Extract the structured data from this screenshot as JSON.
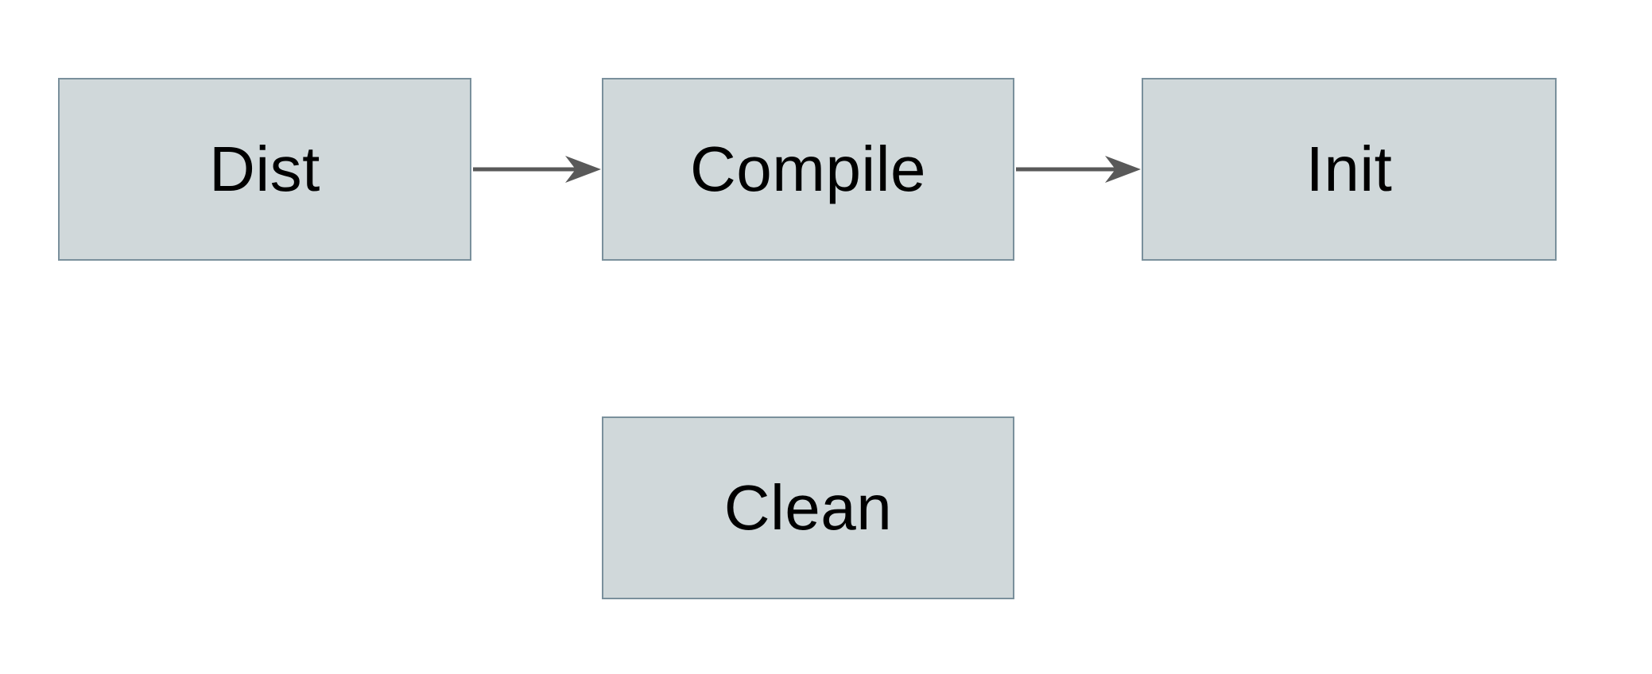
{
  "diagram": {
    "type": "flowchart",
    "nodes": [
      {
        "id": "dist",
        "label": "Dist"
      },
      {
        "id": "compile",
        "label": "Compile"
      },
      {
        "id": "init",
        "label": "Init"
      },
      {
        "id": "clean",
        "label": "Clean"
      }
    ],
    "edges": [
      {
        "from": "Dist",
        "to": "Compile",
        "style": "solid",
        "arrowhead": "barbed"
      },
      {
        "from": "Compile",
        "to": "Init",
        "style": "solid",
        "arrowhead": "barbed"
      }
    ],
    "colors": {
      "background": "#ffffff",
      "node_fill": "#d0d8da",
      "node_border": "#7a909c",
      "arrow": "#595959",
      "text": "#000000"
    }
  }
}
